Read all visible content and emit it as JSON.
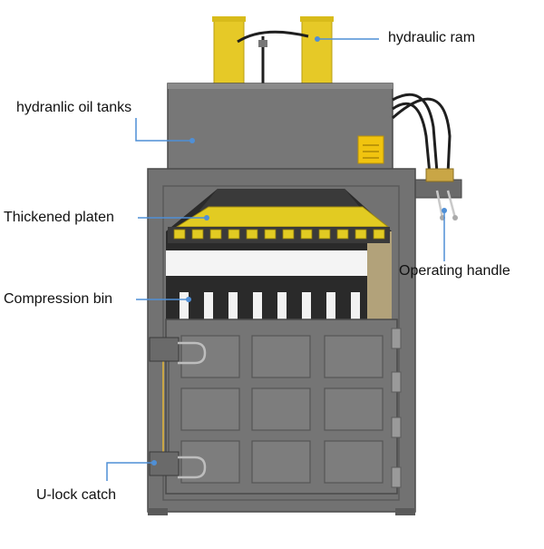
{
  "labels": {
    "hydraulic_ram": "hydraulic ram",
    "oil_tanks": "hydranlic oil tanks",
    "platen": "Thickened platen",
    "handle": "Operating handle",
    "bin": "Compression bin",
    "ulock": "U-lock catch"
  },
  "colors": {
    "body": "#727272",
    "body_dark": "#5a5a5a",
    "body_light": "#888888",
    "seam": "#4a4a4a",
    "cylinder": "#e6c927",
    "platen": "#e2cb22",
    "hose": "#1f1f1f",
    "warning": "#f1c40f",
    "leader": "#4f8fd6",
    "interior": "#2a2a2a",
    "hinge": "#9a9a9a",
    "rod_gold": "#c9a646"
  },
  "icons": [
    "warning-sticker",
    "lever-handle-icon",
    "u-lock-icon",
    "hinge-icon"
  ]
}
